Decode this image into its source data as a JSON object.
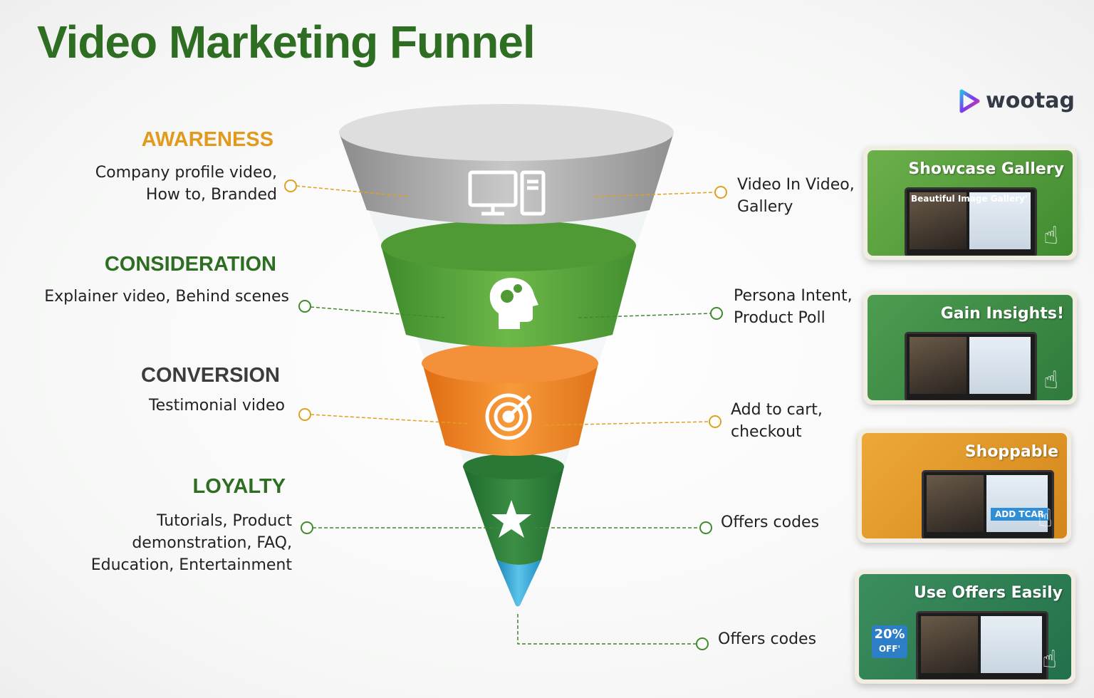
{
  "title": "Video Marketing Funnel",
  "logo": {
    "text": "wootag",
    "icon": "play-triangle-icon"
  },
  "colors": {
    "title": "#2e6e22",
    "awareness": "#e19a1c",
    "consideration": "#2e6e22",
    "conversion": "#3c3c3c",
    "loyalty": "#2e6e22",
    "funnel_gray": "#a9a9a9",
    "funnel_green": "#5fa83e",
    "funnel_orange": "#f08a24",
    "funnel_darkgreen": "#2f7d3a",
    "funnel_tip": "#3aa3d3"
  },
  "stages": [
    {
      "name": "AWARENESS",
      "description": [
        "Company profile video,",
        "How to, Branded"
      ],
      "icon": "desktop-computer-icon",
      "feature": [
        "Video In Video,",
        "Gallery"
      ]
    },
    {
      "name": "CONSIDERATION",
      "description": [
        "Explainer video, Behind scenes"
      ],
      "icon": "head-gears-icon",
      "feature": [
        "Persona Intent,",
        "Product Poll"
      ]
    },
    {
      "name": "CONVERSION",
      "description": [
        "Testimonial video"
      ],
      "icon": "target-arrow-icon",
      "feature": [
        "Add to cart,",
        "checkout"
      ]
    },
    {
      "name": "LOYALTY",
      "description": [
        "Tutorials, Product",
        "demonstration, FAQ,",
        "Education, Entertainment"
      ],
      "icon": "star-icon",
      "feature": [
        "Offers codes"
      ]
    }
  ],
  "tip_feature": "Offers codes",
  "cards": [
    {
      "title": "Showcase Gallery",
      "screen_text": "Beautiful Image Gallery'",
      "color": "#5a9e3c"
    },
    {
      "title": "Gain Insights!",
      "color": "#3f8f45"
    },
    {
      "title": "Shoppable",
      "button": "ADD TCAR",
      "color": "#e09a2a"
    },
    {
      "title": "Use Offers Easily",
      "badge": [
        "20%",
        "OFF'"
      ],
      "color": "#2f7f52"
    }
  ]
}
